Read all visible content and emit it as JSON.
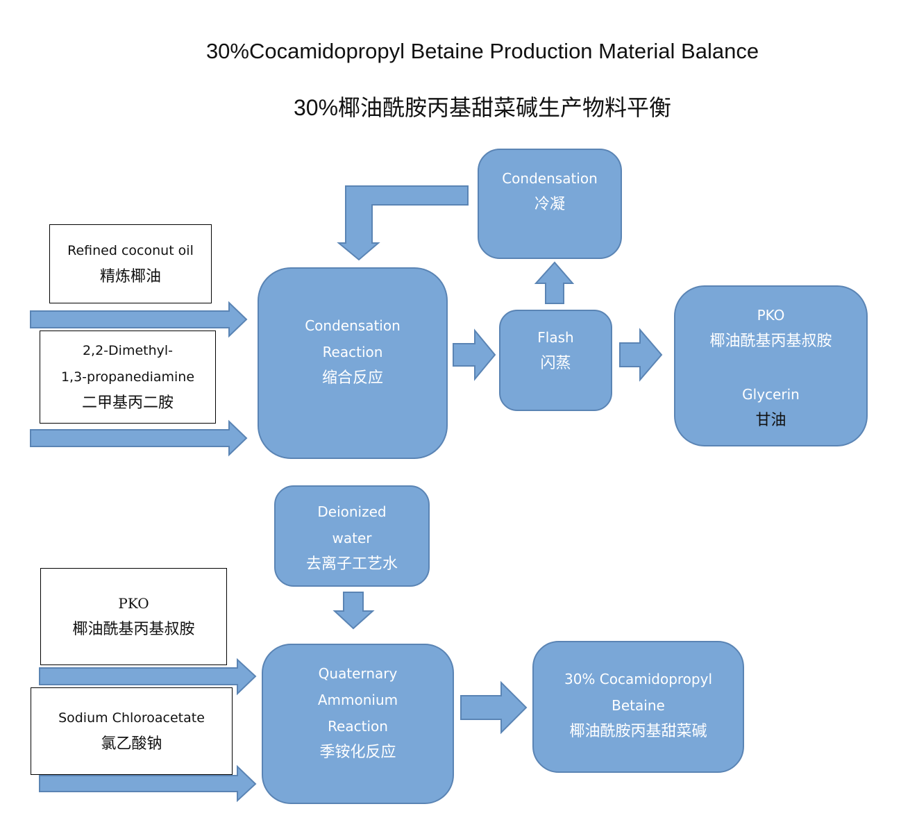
{
  "title": {
    "english": "30%Cocamidopropyl Betaine Production Material Balance",
    "chinese": "30%椰油酰胺丙基甜菜碱生产物料平衡"
  },
  "colors": {
    "process_fill": "#7aa7d7",
    "process_border": "#5a84b4",
    "input_fill": "#ffffff",
    "input_border": "#000000",
    "title_text": "#111111"
  },
  "stage1": {
    "inputs": [
      {
        "en": "Refined coconut oil",
        "zh": "精炼椰油"
      },
      {
        "en_line1": "2,2-Dimethyl-",
        "en_line2": "1,3-propanediamine",
        "zh": "二甲基丙二胺"
      }
    ],
    "condensation_reaction": {
      "en_line1": "Condensation",
      "en_line2": "Reaction",
      "zh": "缩合反应"
    },
    "condensation": {
      "en": "Condensation",
      "zh": "冷凝"
    },
    "flash": {
      "en": "Flash",
      "zh": "闪蒸"
    },
    "products": {
      "pko_en": "PKO",
      "pko_zh": "椰油酰基丙基叔胺",
      "glycerin_en": "Glycerin",
      "glycerin_zh": "甘油"
    }
  },
  "stage2": {
    "inputs": [
      {
        "en": "PKO",
        "zh": "椰油酰基丙基叔胺"
      },
      {
        "en": "Sodium Chloroacetate",
        "zh": "氯乙酸钠"
      }
    ],
    "deionized_water": {
      "en_line1": "Deionized",
      "en_line2": "water",
      "zh": "去离子工艺水"
    },
    "quaternary_reaction": {
      "en_line1": "Quaternary",
      "en_line2": "Ammonium",
      "en_line3": "Reaction",
      "zh": "季铵化反应"
    },
    "product": {
      "en_line1": "30% Cocamidopropyl",
      "en_line2": "Betaine",
      "zh": "椰油酰胺丙基甜菜碱"
    }
  }
}
